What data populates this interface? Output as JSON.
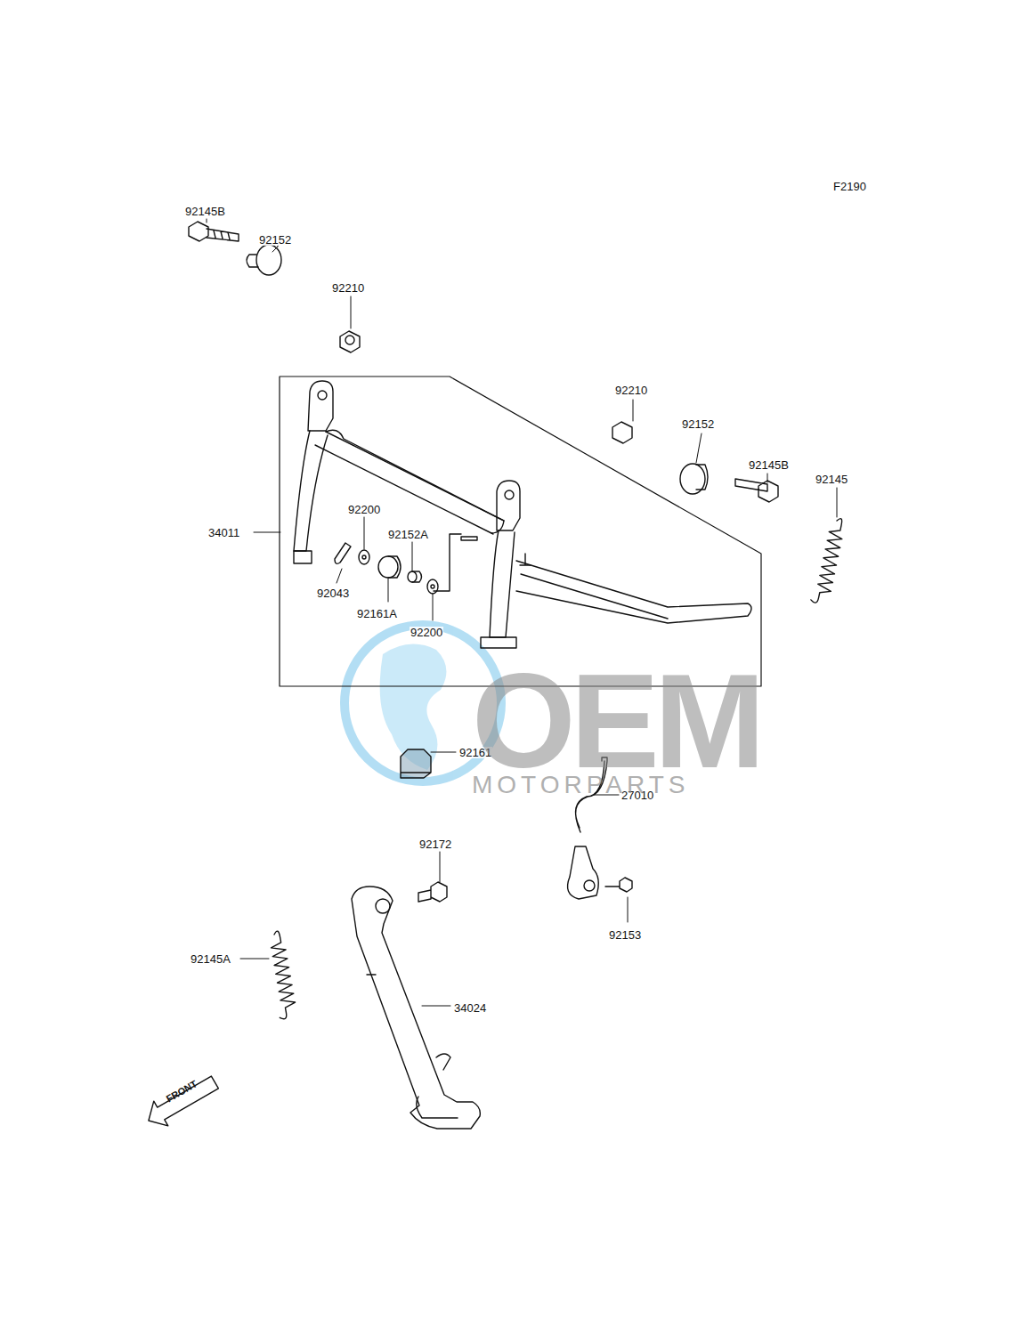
{
  "diagram": {
    "labels": [
      "F2190",
      "92145B",
      "92152",
      "92210",
      "92210",
      "92152",
      "92145B",
      "92145",
      "34011",
      "92200",
      "92152A",
      "92043",
      "92161A",
      "92200",
      "92161",
      "27010",
      "92172",
      "92153",
      "92145A",
      "34024",
      "FRONT",
      "OEM",
      "MOTORPARTS"
    ]
  }
}
